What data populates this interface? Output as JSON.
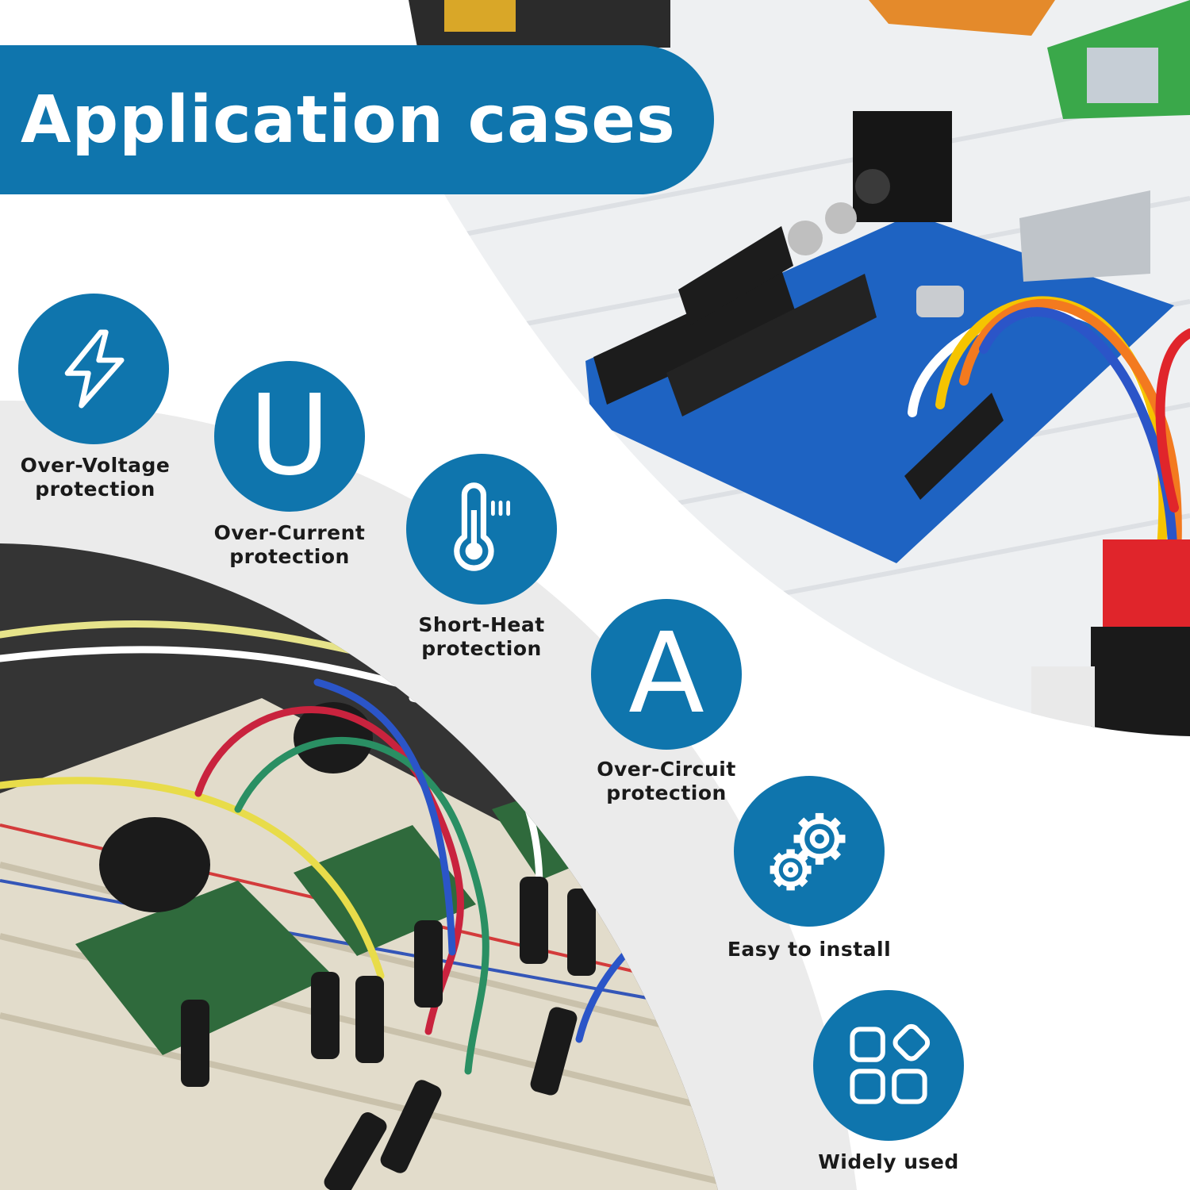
{
  "banner": {
    "title": "Application cases"
  },
  "features": [
    {
      "icon": "lightning-icon",
      "line1": "Over-Voltage",
      "line2": "protection"
    },
    {
      "icon": "letter-u-icon",
      "glyph": "U",
      "line1": "Over-Current",
      "line2": "protection"
    },
    {
      "icon": "thermometer-icon",
      "line1": "Short-Heat",
      "line2": "protection"
    },
    {
      "icon": "letter-a-icon",
      "glyph": "A",
      "line1": "Over-Circuit",
      "line2": "protection"
    },
    {
      "icon": "gears-icon",
      "line1": "Easy to install",
      "line2": ""
    },
    {
      "icon": "apps-grid-icon",
      "line1": "Widely used",
      "line2": ""
    }
  ],
  "colors": {
    "accent": "#0f75ad",
    "text": "#1a1a1a",
    "background": "#ffffff"
  }
}
